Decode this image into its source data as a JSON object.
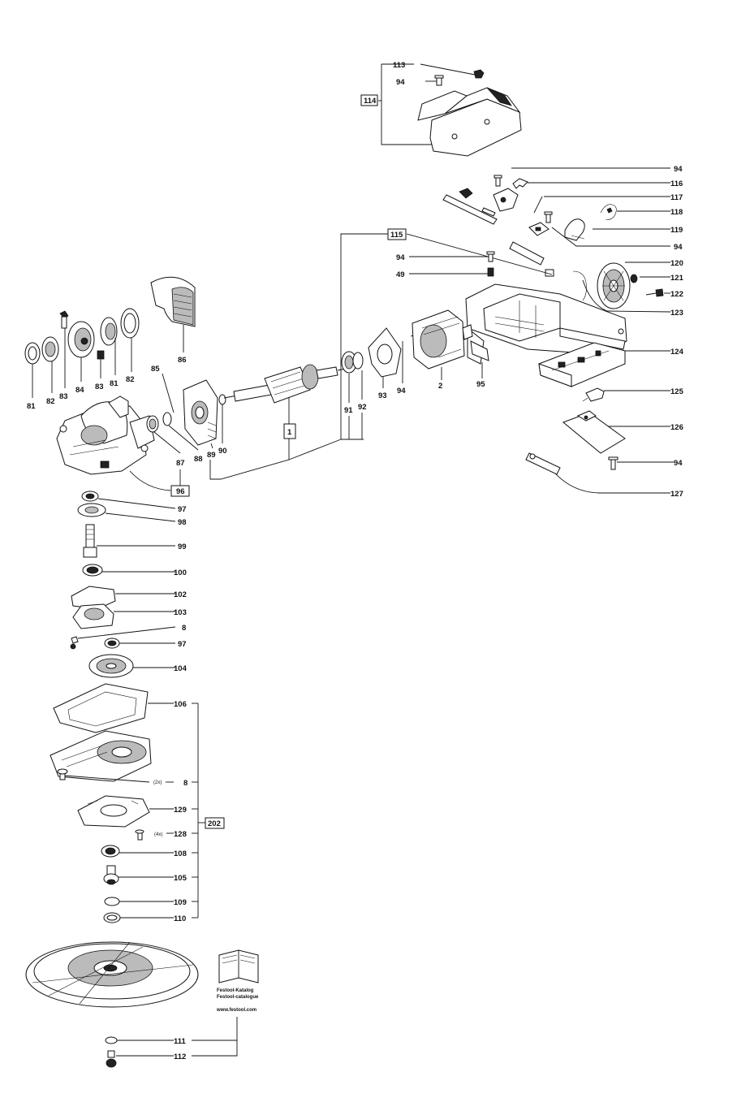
{
  "labels": {
    "l113": "113",
    "l94a": "94",
    "l114": "114",
    "l94b": "94",
    "l116": "116",
    "l117": "117",
    "l118": "118",
    "l119": "119",
    "l94c": "94",
    "l120": "120",
    "l121": "121",
    "l122": "122",
    "l123": "123",
    "l124": "124",
    "l125": "125",
    "l126": "126",
    "l94d": "94",
    "l127": "127",
    "l115": "115",
    "l94e": "94",
    "l49": "49",
    "l81a": "81",
    "l82a": "82",
    "l83a": "83",
    "l84": "84",
    "l83b": "83",
    "l81b": "81",
    "l82b": "82",
    "l86": "86",
    "l85": "85",
    "l87": "87",
    "l88": "88",
    "l89": "89",
    "l90": "90",
    "l1": "1",
    "l91": "91",
    "l92": "92",
    "l93": "93",
    "l94f": "94",
    "l2": "2",
    "l95": "95",
    "l96": "96",
    "l97a": "97",
    "l98": "98",
    "l99": "99",
    "l100": "100",
    "l102": "102",
    "l103": "103",
    "l8a": "8",
    "l97b": "97",
    "l104": "104",
    "l106": "106",
    "l8b": "8",
    "l129": "129",
    "l202": "202",
    "l128": "128",
    "l108": "108",
    "l105": "105",
    "l109": "109",
    "l110": "110",
    "l111": "111",
    "l112": "112",
    "qty2x": "(2x)",
    "qty4x": "(4x)"
  },
  "catalog": {
    "line1": "Festool-Katalog",
    "line2": "Festool-catalogue",
    "line3": "www.festool.com"
  }
}
